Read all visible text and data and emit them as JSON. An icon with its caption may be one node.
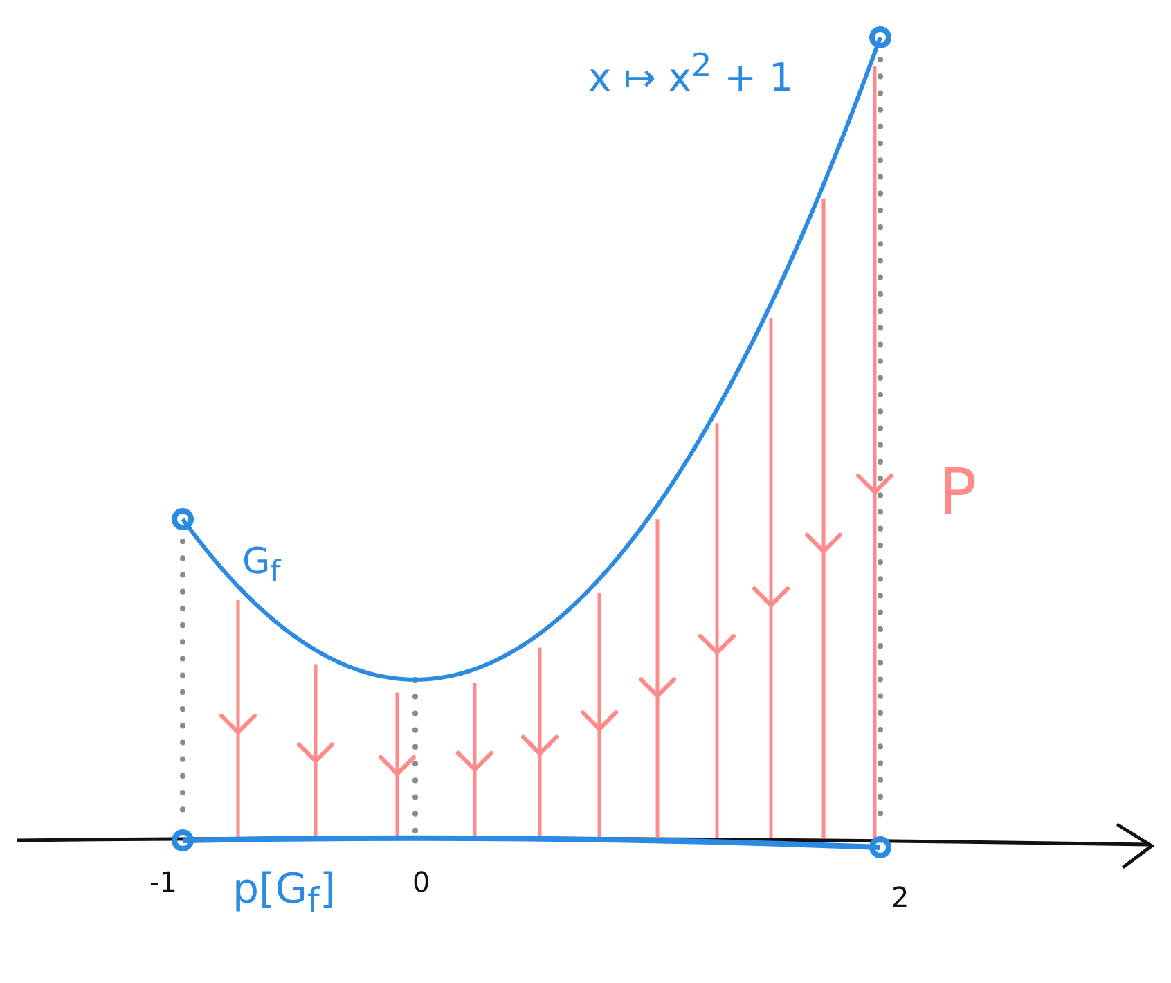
{
  "diagram": {
    "labels": [
      "x ↦ x$^{2}$ + 1",
      "G$_{f}$",
      "P",
      "-1",
      "0",
      "2",
      "p[G$_{f}$]"
    ]
  }
}
